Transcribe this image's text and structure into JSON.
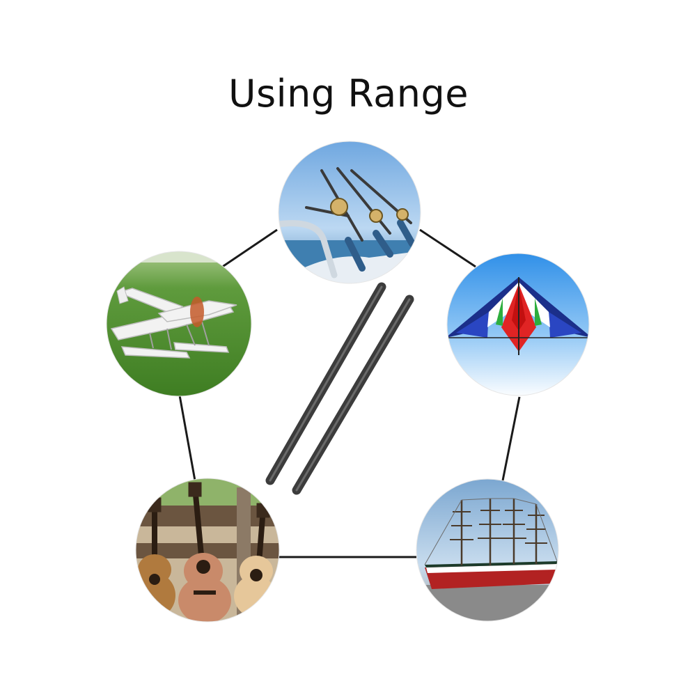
{
  "title": "Using Range",
  "items": [
    {
      "name": "fishing-rods",
      "icon": "fishing-rod-icon"
    },
    {
      "name": "kite",
      "icon": "kite-icon"
    },
    {
      "name": "sailing-ship",
      "icon": "ship-icon"
    },
    {
      "name": "ukuleles",
      "icon": "ukulele-icon"
    },
    {
      "name": "model-seaplane",
      "icon": "airplane-icon"
    }
  ],
  "product": {
    "name": "carbon-fiber-rods",
    "count": 2
  },
  "colors": {
    "background": "#ffffff",
    "connector": "#1a1a1a",
    "rod": "#3c3c3c",
    "title": "#111111"
  }
}
